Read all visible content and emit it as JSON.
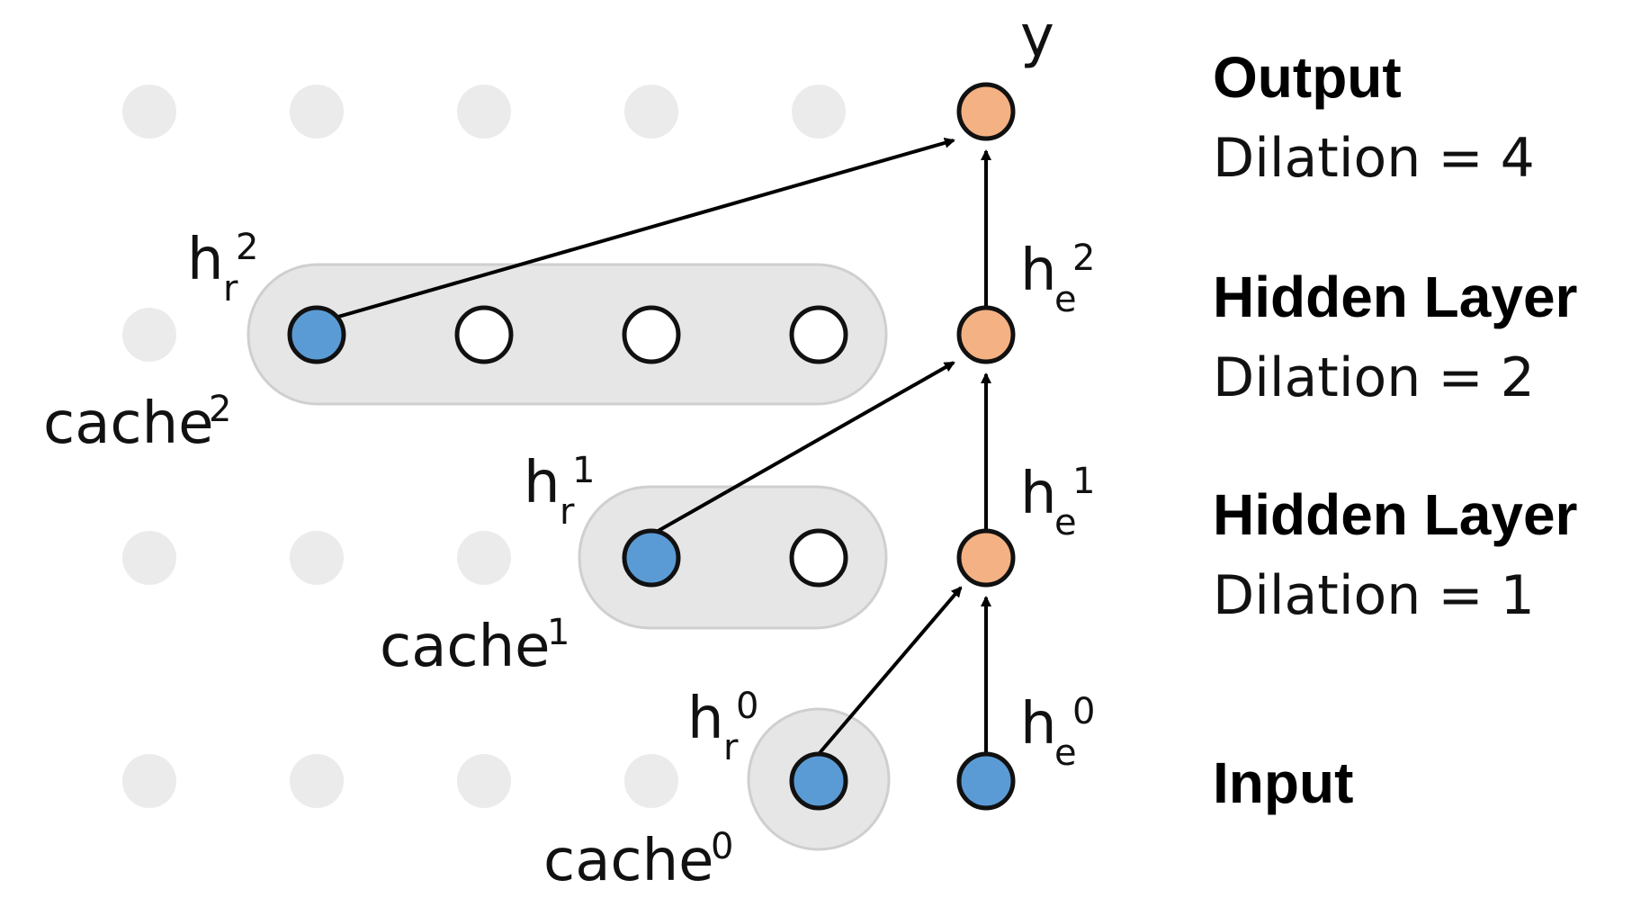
{
  "colors": {
    "ghost_node": "#ebebeb",
    "cache_node": "#5b9bd5",
    "empty_node_fill": "#ffffff",
    "output_node": "#f4b183",
    "cache_box": "#e6e6e6",
    "edge": "#000000"
  },
  "node_labels": {
    "y": "y",
    "hr2_base": "h",
    "hr2_sub": "r",
    "hr2_sup": "2",
    "hr1_base": "h",
    "hr1_sub": "r",
    "hr1_sup": "1",
    "hr0_base": "h",
    "hr0_sub": "r",
    "hr0_sup": "0",
    "he2_base": "h",
    "he2_sub": "e",
    "he2_sup": "2",
    "he1_base": "h",
    "he1_sub": "e",
    "he1_sup": "1",
    "he0_base": "h",
    "he0_sub": "e",
    "he0_sup": "0"
  },
  "caches": {
    "cache2_base": "cache",
    "cache2_sup": "2",
    "cache1_base": "cache",
    "cache1_sup": "1",
    "cache0_base": "cache",
    "cache0_sup": "0"
  },
  "layers": {
    "output_title": "Output",
    "output_dilation": "Dilation = 4",
    "hidden2_title": "Hidden Layer",
    "hidden2_dilation": "Dilation = 2",
    "hidden1_title": "Hidden Layer",
    "hidden1_dilation": "Dilation = 1",
    "input_title": "Input"
  }
}
